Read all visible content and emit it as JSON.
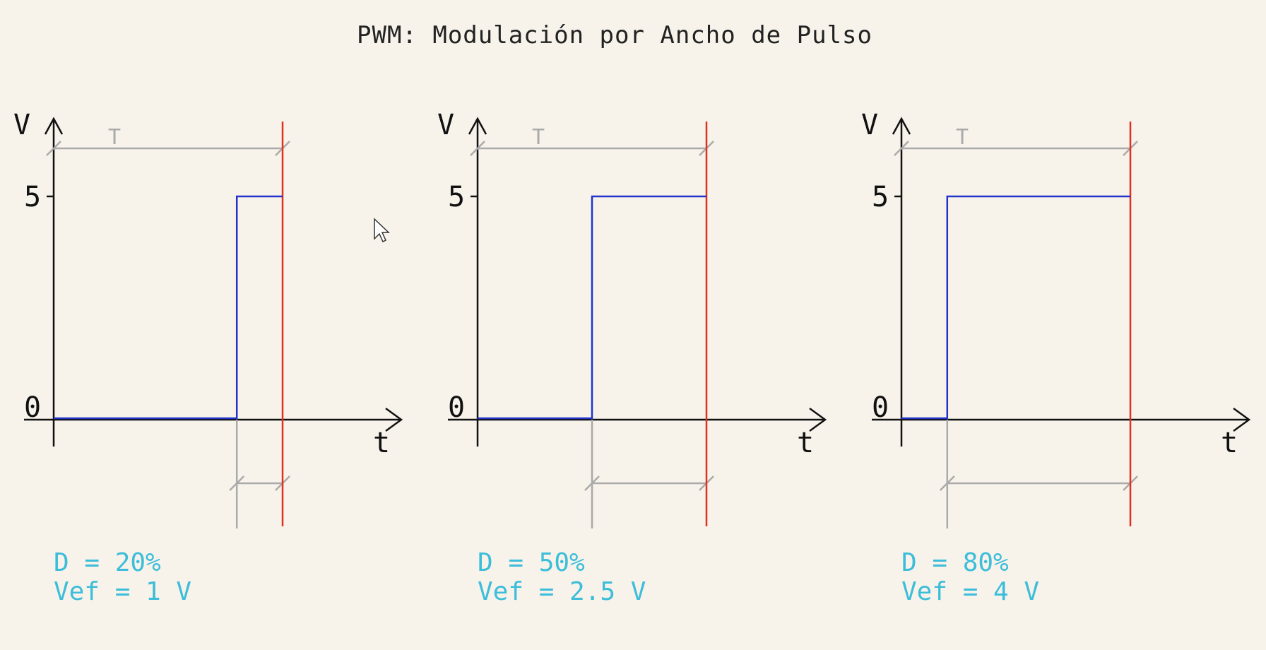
{
  "title": "PWM: Modulación por Ancho de Pulso",
  "axis_labels": {
    "y": "V",
    "x": "t",
    "high": "5",
    "low": "0",
    "period": "T"
  },
  "colors": {
    "signal": "#2233cc",
    "period_marker": "#e03020",
    "dimension": "#aaaaaa",
    "annotation": "#3cbdd9"
  },
  "panels": [
    {
      "duty": 0.2,
      "d_text": "D = 20%",
      "vef_text": "Vef = 1 V"
    },
    {
      "duty": 0.5,
      "d_text": "D = 50%",
      "vef_text": "Vef = 2.5 V"
    },
    {
      "duty": 0.8,
      "d_text": "D = 80%",
      "vef_text": "Vef = 4 V"
    }
  ]
}
